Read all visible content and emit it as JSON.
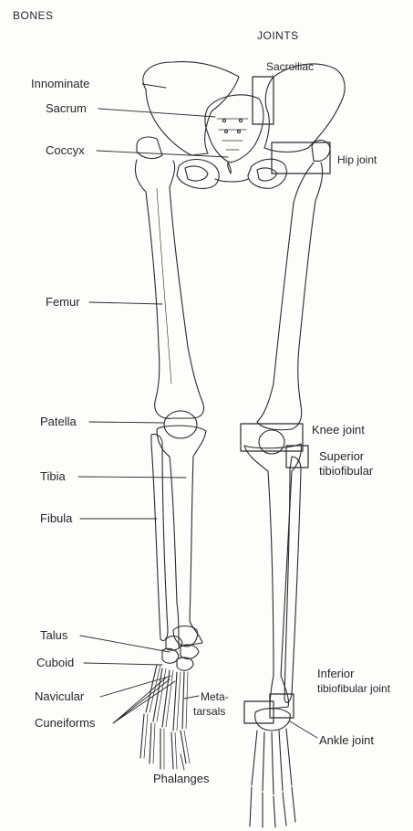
{
  "headings": {
    "bones": "BONES",
    "joints": "JOINTS"
  },
  "bone_labels": {
    "innominate": "Innominate",
    "sacrum": "Sacrum",
    "coccyx": "Coccyx",
    "femur": "Femur",
    "patella": "Patella",
    "tibia": "Tibia",
    "fibula": "Fibula",
    "talus": "Talus",
    "cuboid": "Cuboid",
    "navicular": "Navicular",
    "cuneiforms": "Cuneiforms",
    "metatarsals_line1": "Meta-",
    "metatarsals_line2": "tarsals",
    "phalanges": "Phalanges"
  },
  "joint_labels": {
    "sacroiliac": "Sacroiliac",
    "hip_joint": "Hip joint",
    "knee_joint": "Knee joint",
    "superior_tibiofibular_line1": "Superior",
    "superior_tibiofibular_line2": "tibiofibular",
    "inferior_tibiofibular_line1": "Inferior",
    "inferior_tibiofibular_line2": "tibiofibular joint",
    "ankle_joint": "Ankle joint"
  },
  "colors": {
    "ink": "#2a2a2a",
    "paper": "#fdfdfb"
  }
}
